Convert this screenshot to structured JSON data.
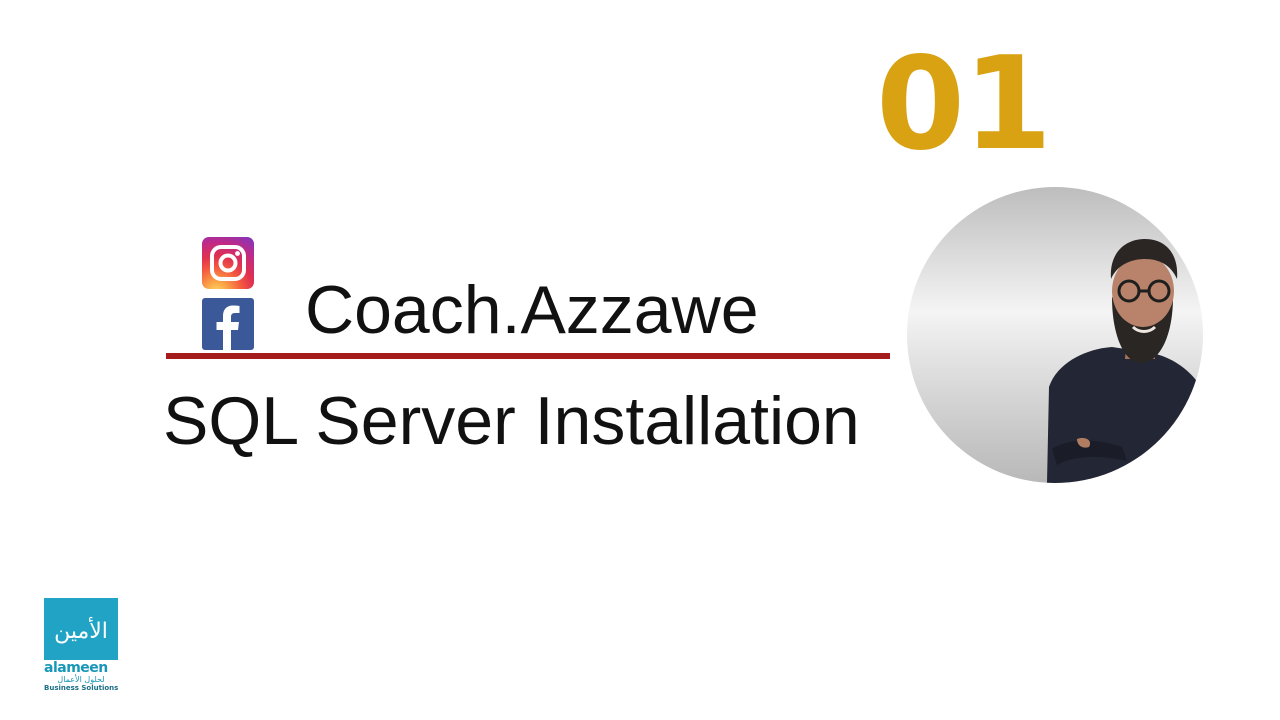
{
  "episode": {
    "number": "01",
    "color": "#d9a213"
  },
  "social": {
    "icons": [
      "instagram-icon",
      "facebook-icon"
    ],
    "handle": "Coach.Azzawe"
  },
  "course": {
    "title": "SQL Server Installation",
    "divider_color": "#a51c1c"
  },
  "presenter": {
    "image": "presenter-portrait"
  },
  "brand": {
    "arabic_name": "الأمين",
    "name": "alameen",
    "arabic_tagline": "لحلول الأعمال",
    "tagline": "Business Solutions",
    "color": "#20a3c4"
  }
}
